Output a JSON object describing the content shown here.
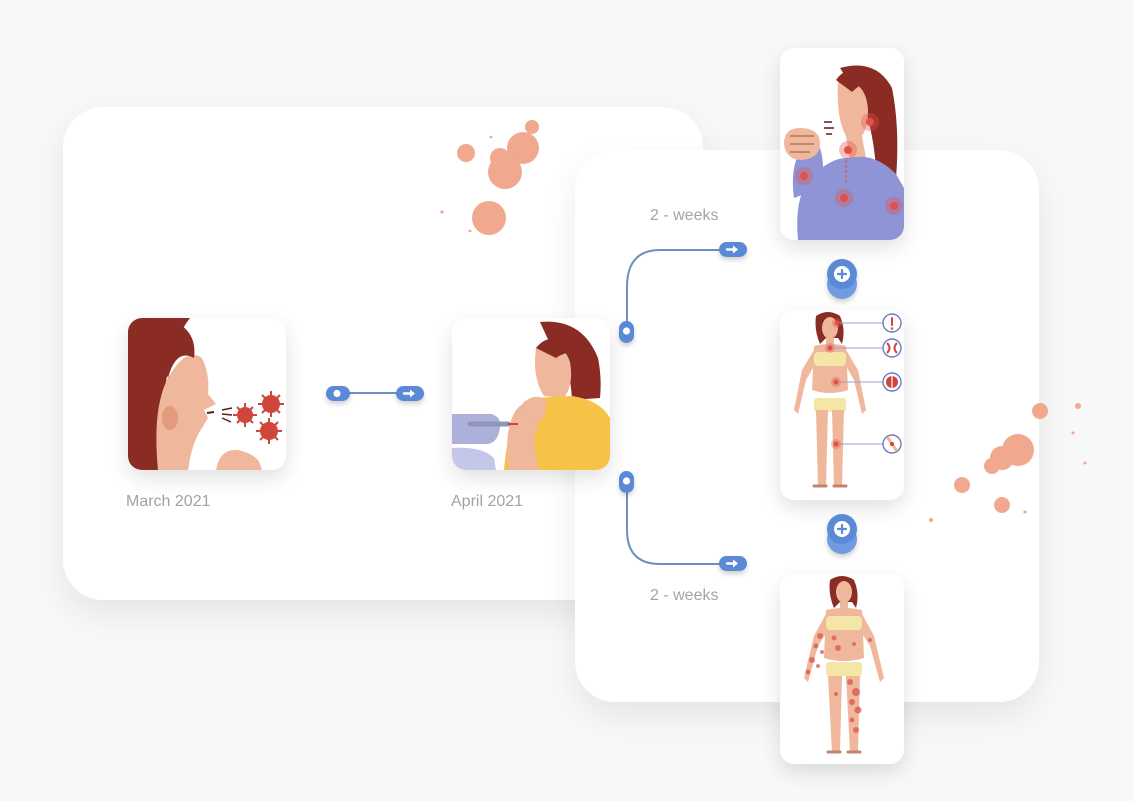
{
  "timeline": {
    "first_date": "March 2021",
    "second_date": "April 2021",
    "branch_top_interval": "2 - weeks",
    "branch_bottom_interval": "2 - weeks"
  },
  "colors": {
    "accent_blue": "#5a8ad6",
    "connector": "#6d8fc4",
    "virus_red": "#d0453c",
    "splash_peach": "#f0a98e",
    "hair": "#8a2c23",
    "skin": "#efb79b",
    "shirt_yellow": "#f6c346",
    "sweater_purple": "#8f94d6",
    "glove_lavender": "#aeb0dc"
  },
  "icons": {
    "connector_start": "dot-node-icon",
    "connector_end": "arrow-node-icon",
    "combine": "plus-icon",
    "warning": "exclamation-icon",
    "throat": "throat-icon",
    "heart": "heart-icon",
    "joint": "knee-joint-icon"
  }
}
